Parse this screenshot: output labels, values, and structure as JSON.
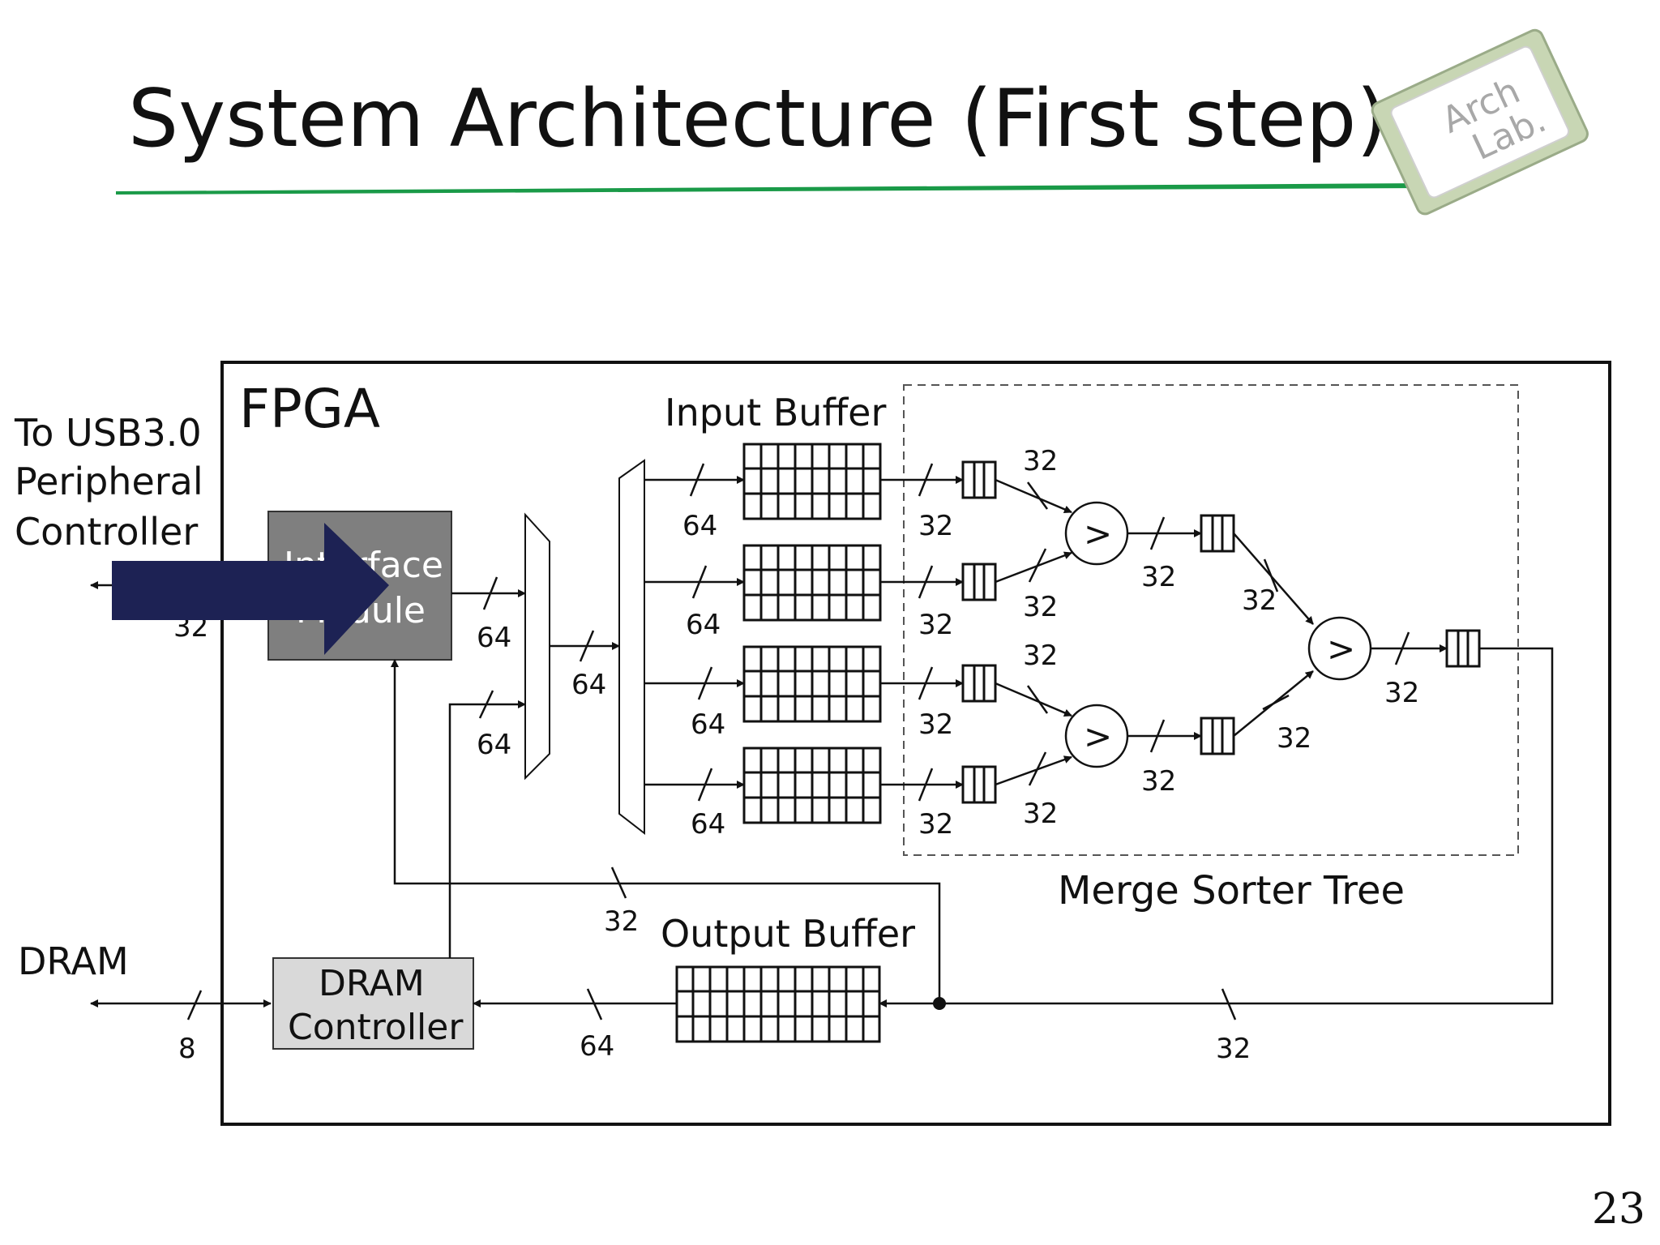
{
  "slide": {
    "title": "System Architecture (First step)",
    "page_number": "23",
    "logo_text": [
      "Arch",
      "Lab."
    ]
  },
  "diagram": {
    "fpga_label": "FPGA",
    "external_usb": [
      "To USB3.0",
      "Peripheral",
      "Controller"
    ],
    "external_dram": "DRAM",
    "interface_module": [
      "Interface",
      "Module"
    ],
    "dram_controller": [
      "DRAM",
      "Controller"
    ],
    "input_buffer_label": "Input Buffer",
    "output_buffer_label": "Output Buffer",
    "merge_tree_label": "Merge Sorter Tree",
    "comparator_symbol": ">",
    "bus_widths": {
      "usb": "32",
      "if_to_mux": "64",
      "dram_to_mux": "64",
      "mux_to_demux": "64",
      "ib_in_1": "64",
      "ib_in_2": "64",
      "ib_in_3": "64",
      "ib_in_4": "64",
      "ib_out_1": "32",
      "ib_out_2": "32",
      "ib_out_3": "32",
      "ib_out_4": "32",
      "f1_to_c1": "32",
      "f2_to_c1": "32",
      "f3_to_c2": "32",
      "f4_to_c2": "32",
      "c1_out": "32",
      "c2_out": "32",
      "l2a_to_root": "32",
      "l2b_to_root": "32",
      "root_out": "32",
      "feedback": "32",
      "return": "32",
      "ob_to_dramctl": "64",
      "dram_ext": "8"
    },
    "highlight_color": "#1d2254",
    "accent_line_color": "#1a9a48"
  }
}
